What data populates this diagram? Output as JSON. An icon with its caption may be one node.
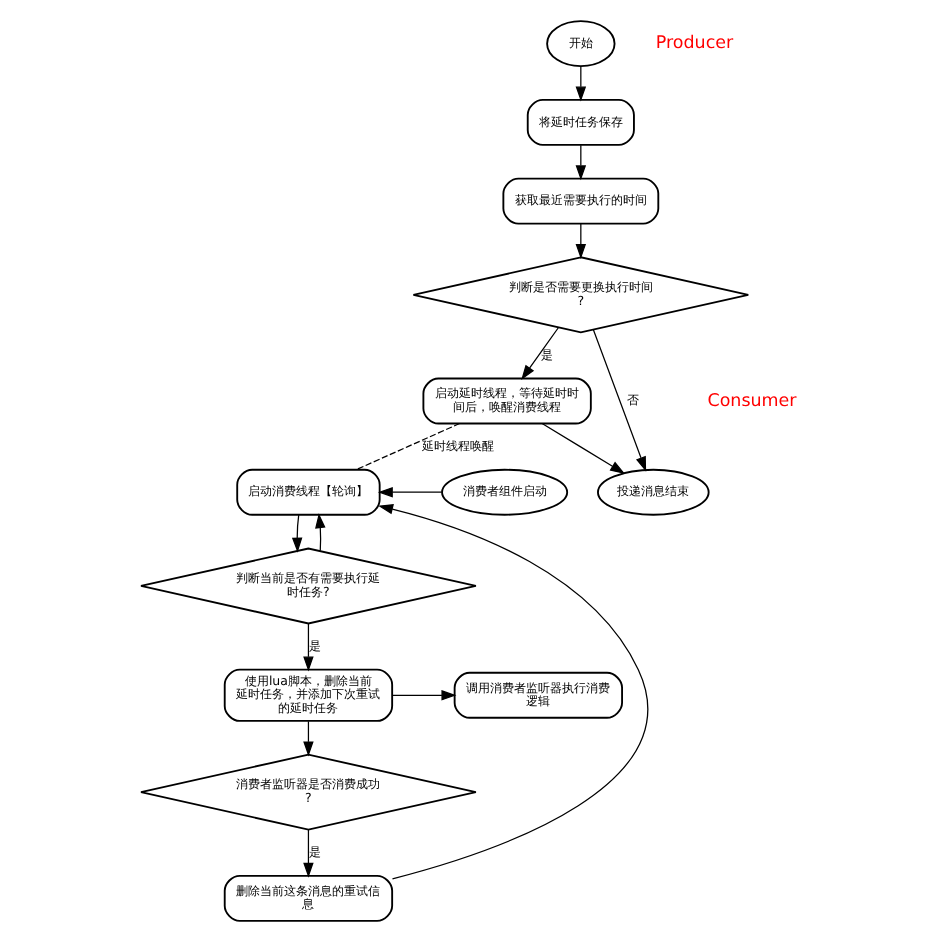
{
  "diagram": {
    "nodes": [
      {
        "text": [
          "开始"
        ]
      },
      {
        "text": [
          "将延时任务保存"
        ]
      },
      {
        "text": [
          "获取最近需要执行的时间"
        ]
      },
      {
        "text": [
          "判断是否需要更换执行时间?"
        ]
      },
      {
        "text": [
          "启动延时线程，等待延时时间后，唤醒消费线程"
        ]
      },
      {
        "text": [
          "投递消息结束"
        ]
      },
      {
        "text": [
          "启动消费线程【轮询】"
        ]
      },
      {
        "text": [
          "消费者组件启动"
        ]
      },
      {
        "text": [
          "判断当前是否有需要执行延时任务?"
        ]
      },
      {
        "text": [
          "使用lua脚本，删除当前延时任务，并添加下次重试的延时任务"
        ]
      },
      {
        "text": [
          "调用消费者监听器执行消费逻辑"
        ]
      },
      {
        "text": [
          "消费者监听器是否消费成功?"
        ]
      },
      {
        "text": [
          "删除当前这条消息的重试信息"
        ]
      }
    ],
    "edges": [
      {
        "from": 0,
        "to": 1,
        "arrow": "to"
      },
      {
        "from": 1,
        "to": 2,
        "arrow": "to"
      },
      {
        "from": 2,
        "to": 3,
        "arrow": "to"
      },
      {
        "from": 3,
        "to": 5,
        "arrow": "to",
        "label": "否"
      },
      {
        "from": 3,
        "to": 4,
        "arrow": "to",
        "label": "是"
      },
      {
        "from": 4,
        "to": 5,
        "arrow": "to"
      },
      {
        "from": 4,
        "to": 6,
        "arrow": "none",
        "label": "延时线程唤醒",
        "style": "dashed"
      },
      {
        "from": 7,
        "to": 6,
        "arrow": "to"
      },
      {
        "from": 6,
        "to": 8,
        "arrow": "to"
      },
      {
        "from": 8,
        "to": 6,
        "arrow": "to"
      },
      {
        "from": 8,
        "to": 9,
        "arrow": "to",
        "label": "是"
      },
      {
        "from": 9,
        "to": 10,
        "arrow": "to"
      },
      {
        "from": 9,
        "to": 11,
        "arrow": "to"
      },
      {
        "from": 11,
        "to": 12,
        "arrow": "to",
        "label": "是"
      },
      {
        "from": 12,
        "to": 6,
        "arrow": "to"
      }
    ],
    "labels": [
      "Producer",
      "Consumer"
    ]
  }
}
